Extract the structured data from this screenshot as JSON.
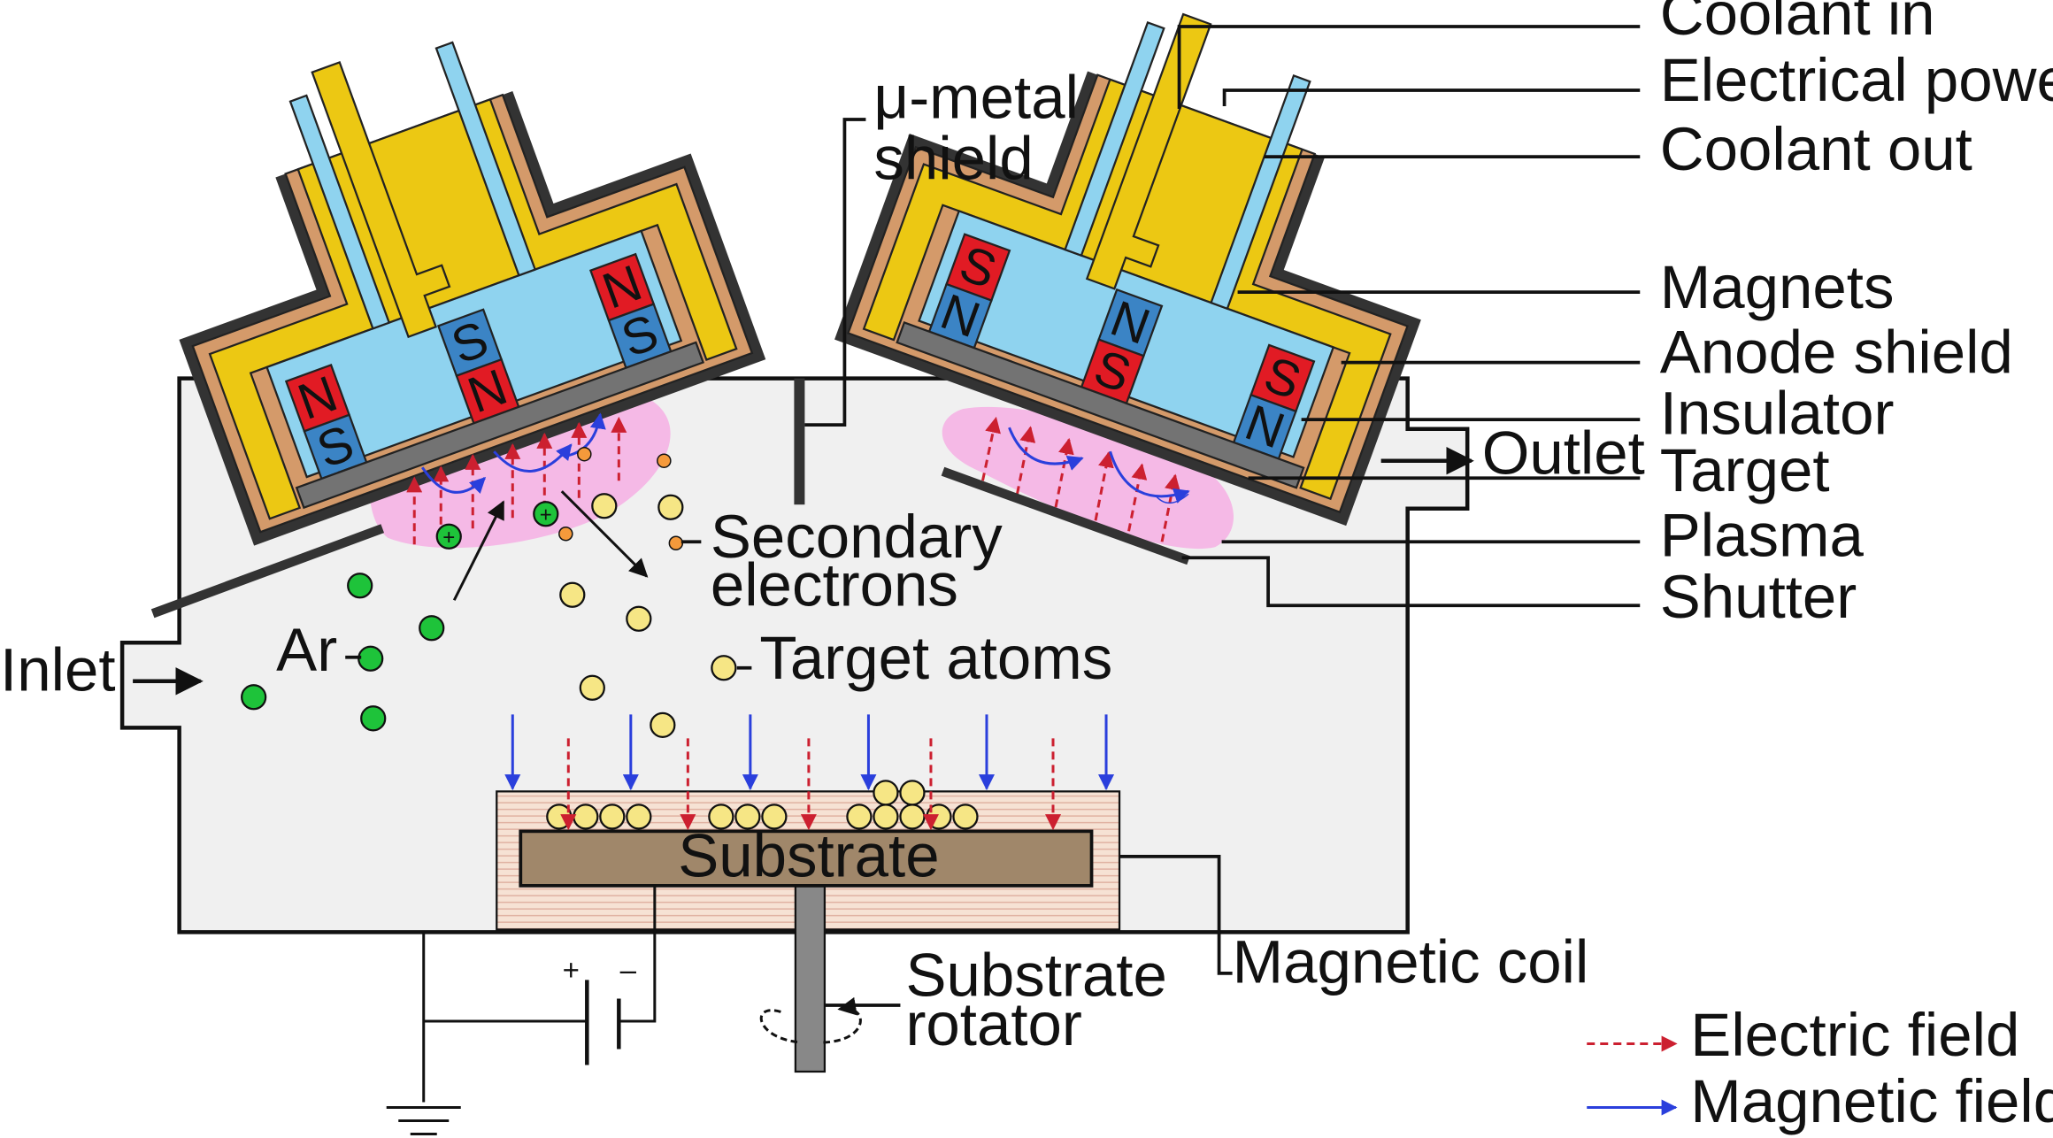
{
  "labels": {
    "coolant_in": "Coolant in",
    "electrical_power": "Electrical power",
    "coolant_out": "Coolant out",
    "magnets": "Magnets",
    "anode_shield": "Anode shield",
    "insulator": "Insulator",
    "target": "Target",
    "plasma": "Plasma",
    "shutter": "Shutter",
    "mu_metal_1": "μ-metal",
    "mu_metal_2": "shield",
    "outlet": "Outlet",
    "inlet": "Inlet",
    "ar": "Ar",
    "secondary_1": "Secondary",
    "secondary_2": "electrons",
    "target_atoms": "Target atoms",
    "substrate": "Substrate",
    "magnetic_coil": "Magnetic coil",
    "rotator_1": "Substrate",
    "rotator_2": "rotator",
    "plus": "+",
    "minus": "–",
    "ion_sign": "+"
  },
  "magnet_poles": {
    "north": "N",
    "south": "S"
  },
  "legend": {
    "electric": "Electric field",
    "magnetic": "Magnetic field"
  },
  "colors": {
    "chamber": "#f0f0f0",
    "copper": "#d49a6a",
    "gold": "#ecc813",
    "water": "#8fd3ef",
    "magnet_n": "#e11b24",
    "magnet_s": "#3b84c5",
    "target": "#737373",
    "plasma": "#f5b9e6",
    "argon": "#1ec33a",
    "electron": "#f59a3b",
    "atom": "#f6e685",
    "electric_field": "#cc2030",
    "magnetic_field": "#2a3fdc",
    "substrate": "#a0876a",
    "coil": "#f6e2d4"
  }
}
